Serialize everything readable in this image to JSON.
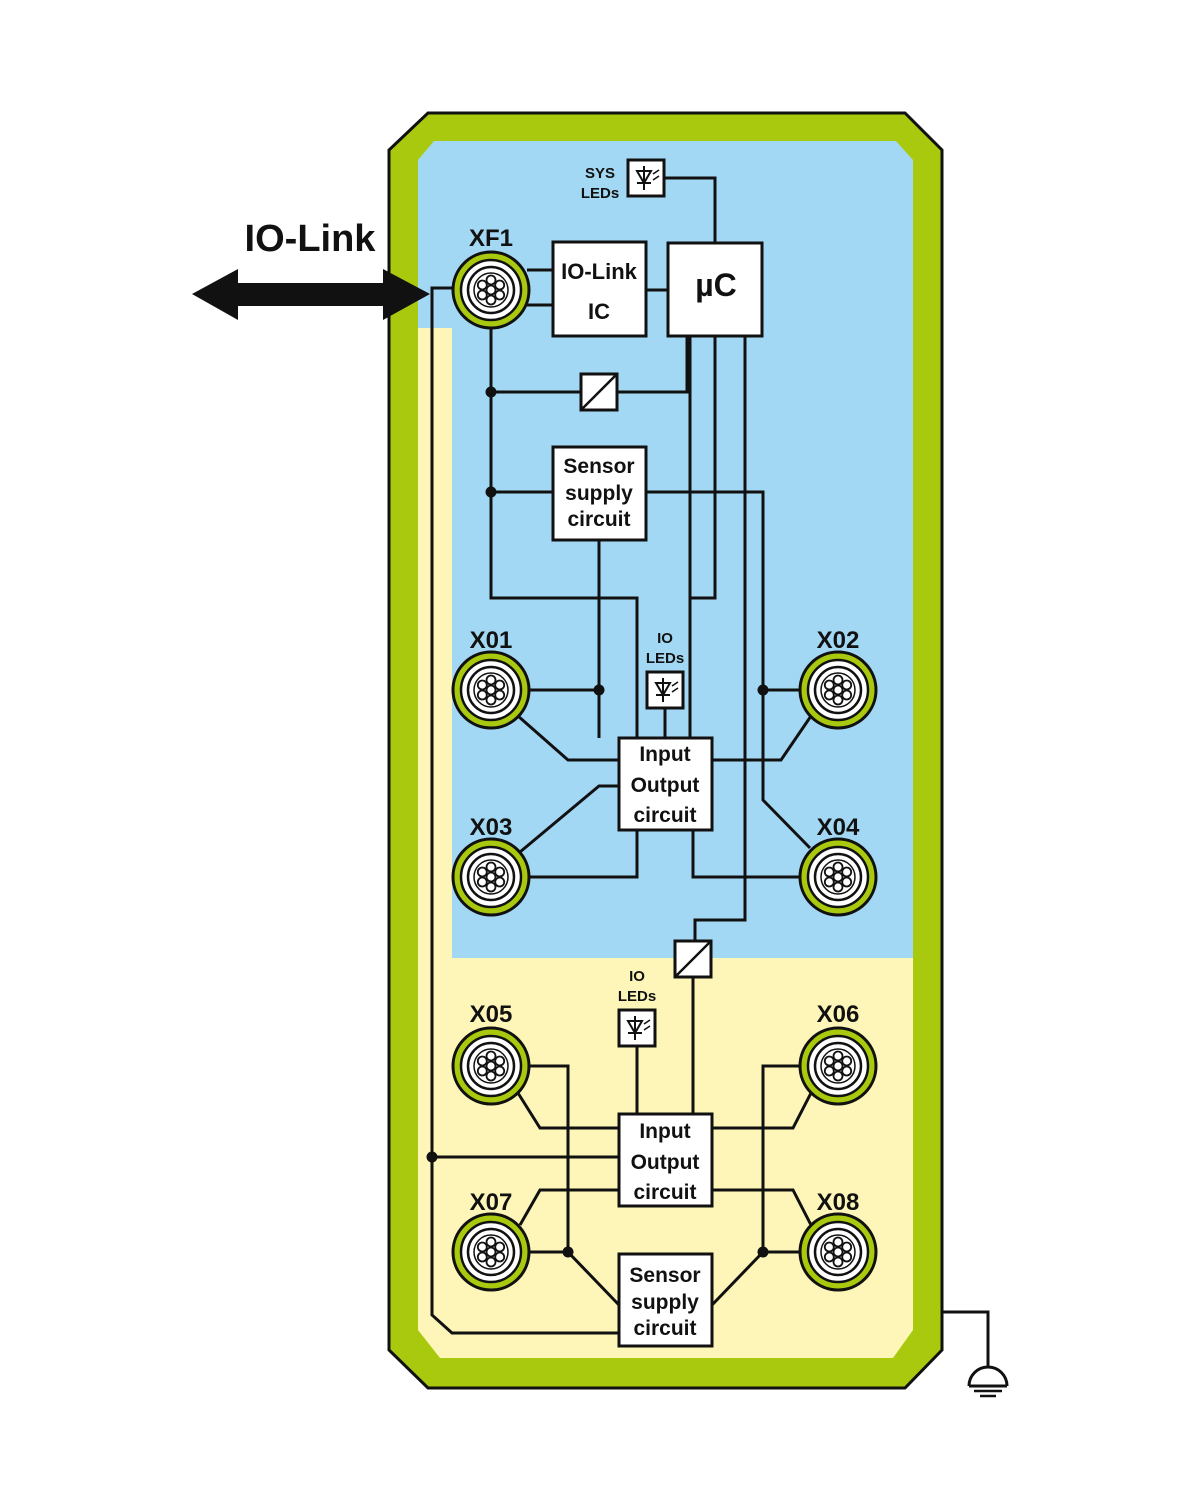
{
  "colors": {
    "housing": "#a8c90d",
    "zone_blue": "#a3d8f4",
    "zone_yellow": "#fdf6b8",
    "wire": "#111111",
    "box_fill": "#ffffff"
  },
  "io_link_label": "IO-Link",
  "connectors": {
    "xf1": "XF1",
    "x01": "X01",
    "x02": "X02",
    "x03": "X03",
    "x04": "X04",
    "x05": "X05",
    "x06": "X06",
    "x07": "X07",
    "x08": "X08"
  },
  "blocks": {
    "io_link_ic": {
      "line1": "IO-Link",
      "line2": "IC"
    },
    "mcu": "µC",
    "sensor_supply_top": {
      "line1": "Sensor",
      "line2": "supply",
      "line3": "circuit"
    },
    "io_circuit_top": {
      "line1": "Input",
      "line2": "Output",
      "line3": "circuit"
    },
    "io_circuit_bottom": {
      "line1": "Input",
      "line2": "Output",
      "line3": "circuit"
    },
    "sensor_supply_bottom": {
      "line1": "Sensor",
      "line2": "supply",
      "line3": "circuit"
    }
  },
  "leds": {
    "sys": {
      "line1": "SYS",
      "line2": "LEDs"
    },
    "io_top": {
      "line1": "IO",
      "line2": "LEDs"
    },
    "io_bottom": {
      "line1": "IO",
      "line2": "LEDs"
    }
  },
  "icons": {
    "io_link_arrow": "double-arrow-icon",
    "led": "led-diode-icon",
    "isolator": "galvanic-isolation-icon",
    "ground": "ground-icon",
    "connector": "m12-connector-icon"
  }
}
